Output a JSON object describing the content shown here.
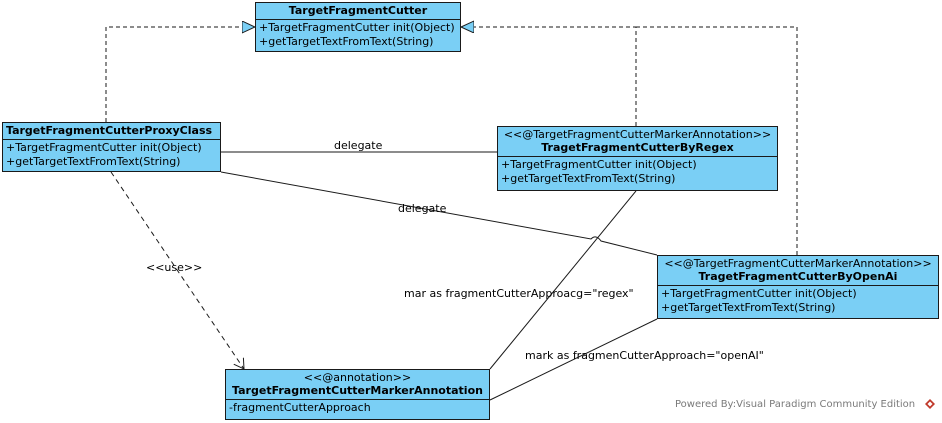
{
  "classes": {
    "target": {
      "name": "TargetFragmentCutter",
      "ops": [
        "+TargetFragmentCutter init(Object)",
        "+getTargetTextFromText(String)"
      ]
    },
    "proxy": {
      "name": "TargetFragmentCutterProxyClass",
      "ops": [
        "+TargetFragmentCutter init(Object)",
        "+getTargetTextFromText(String)"
      ]
    },
    "regex": {
      "stereotype": "<<@TargetFragmentCutterMarkerAnnotation>>",
      "name": "TragetFragmentCutterByRegex",
      "ops": [
        "+TargetFragmentCutter init(Object)",
        "+getTargetTextFromText(String)"
      ]
    },
    "openai": {
      "stereotype": "<<@TargetFragmentCutterMarkerAnnotation>>",
      "name": "TragetFragmentCutterByOpenAi",
      "ops": [
        "+TargetFragmentCutter init(Object)",
        "+getTargetTextFromText(String)"
      ]
    },
    "annotation": {
      "stereotype": "<<@annotation>>",
      "name": "TargetFragmentCutterMarkerAnnotation",
      "attrs": [
        "-fragmentCutterApproach"
      ]
    }
  },
  "labels": {
    "delegate_regex": "delegate",
    "delegate_openai": "delegate",
    "use": "<<use>>",
    "mark_regex": "mar as fragmentCutterApproacg=\"regex\"",
    "mark_openai": "mark as fragmenCutterApproach=\"openAI\""
  },
  "footer": {
    "watermark": "Powered By:Visual Paradigm Community Edition"
  },
  "colors": {
    "class_fill": "#7acff5",
    "border": "#1a1a1a",
    "realization_head": "#7acff5"
  }
}
